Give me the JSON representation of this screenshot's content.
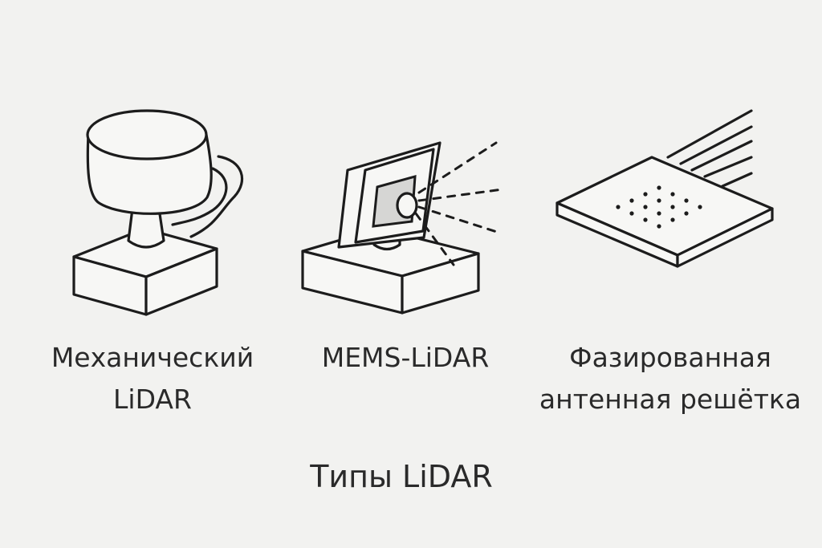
{
  "diagram": {
    "title": "Типы LiDAR",
    "items": [
      {
        "icon": "mechanical-lidar-icon",
        "label_line1": "Механический",
        "label_line2": "LiDAR"
      },
      {
        "icon": "mems-lidar-icon",
        "label_line1": "MEMS-LiDAR",
        "label_line2": ""
      },
      {
        "icon": "phased-array-antenna-icon",
        "label_line1": "Фазированная",
        "label_line2": "антенная решётка"
      }
    ]
  }
}
